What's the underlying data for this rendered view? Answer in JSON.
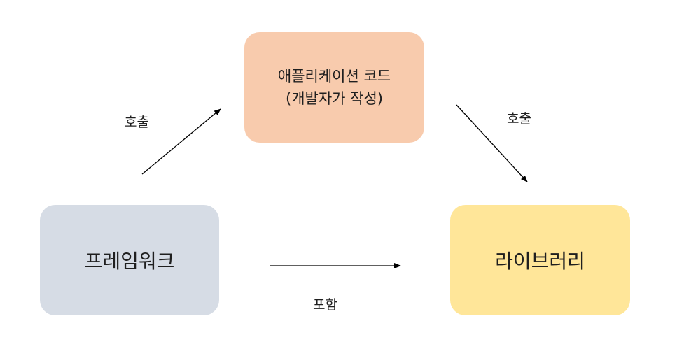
{
  "nodes": {
    "app": {
      "line1": "애플리케이션 코드",
      "line2": "(개발자가 작성)",
      "color": "#f8cbad"
    },
    "framework": {
      "label": "프레임워크",
      "color": "#d6dce5"
    },
    "library": {
      "label": "라이브러리",
      "color": "#ffe699"
    }
  },
  "edges": {
    "framework_to_app": "호출",
    "app_to_library": "호출",
    "framework_to_library": "포함"
  },
  "colors": {
    "arrow": "#000000",
    "text": "#1f1f1f"
  }
}
